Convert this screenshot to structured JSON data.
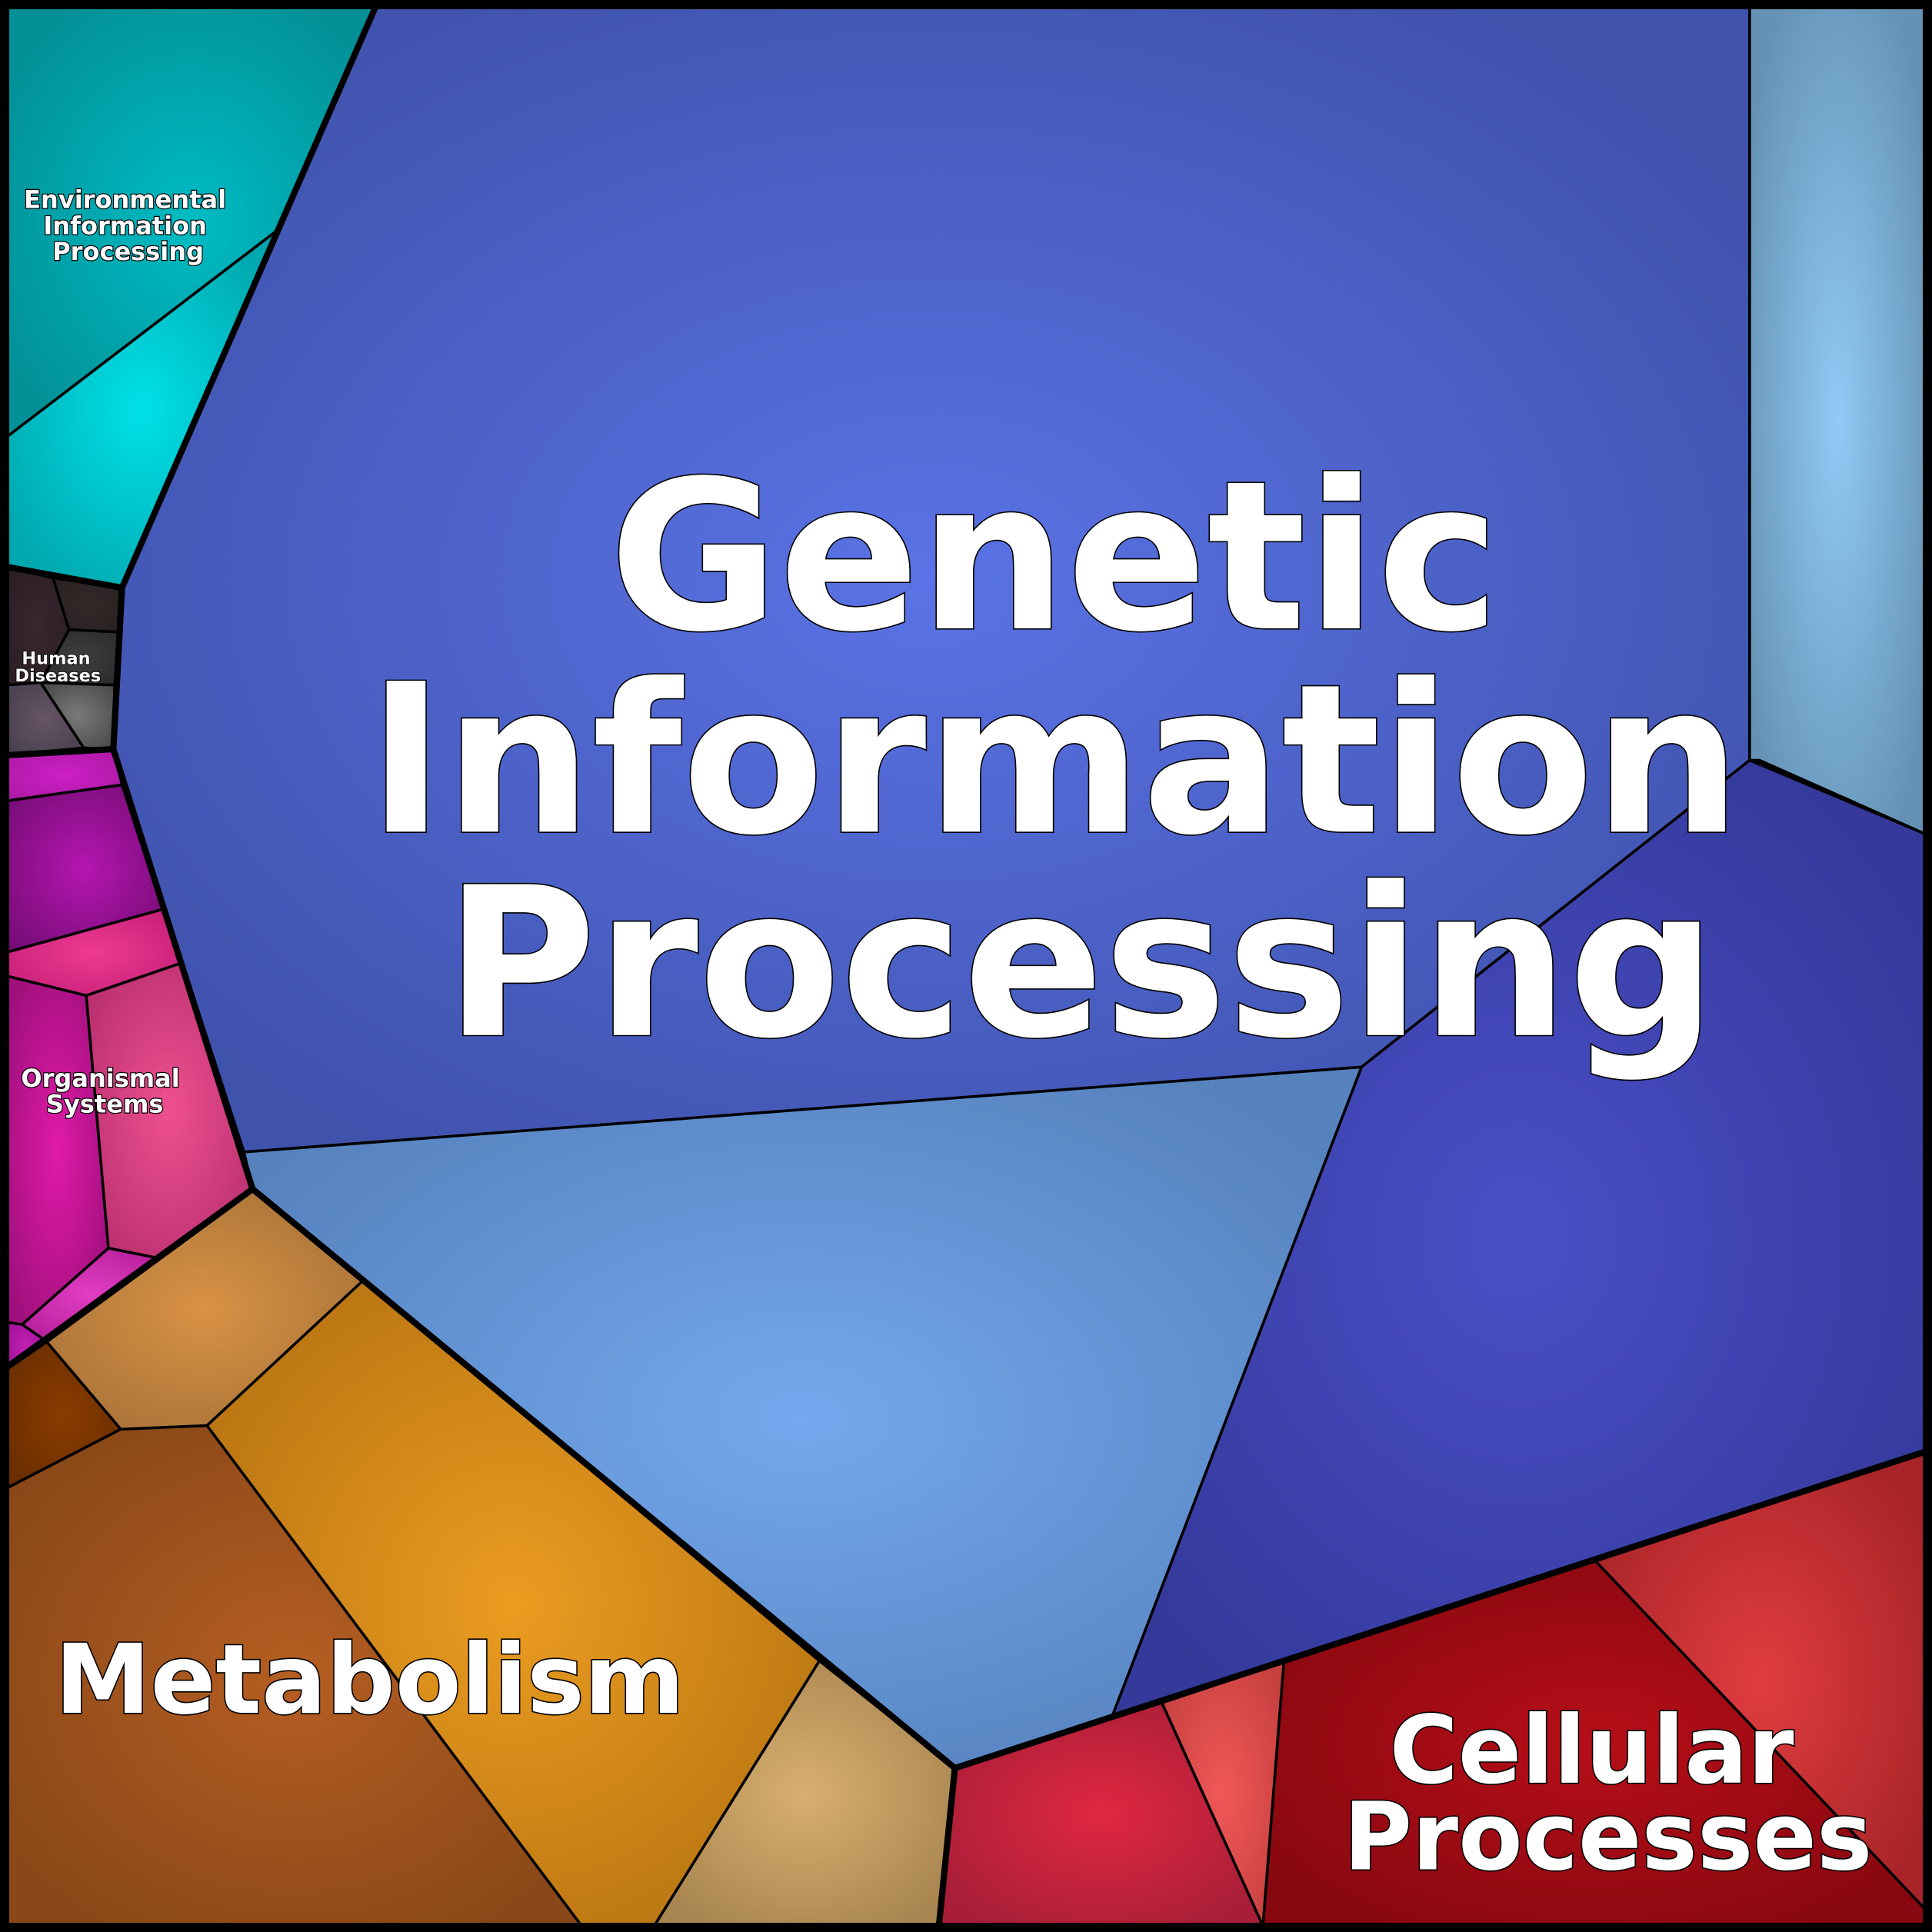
{
  "chart_data": {
    "type": "voronoi-treemap",
    "title": "",
    "categories": [
      {
        "label_lines": [
          "Genetic",
          "Information",
          "Processing"
        ],
        "label": "Genetic Information Processing",
        "subcells": 4
      },
      {
        "label_lines": [
          "Metabolism"
        ],
        "label": "Metabolism",
        "subcells": 5
      },
      {
        "label_lines": [
          "Cellular",
          "Processes"
        ],
        "label": "Cellular Processes",
        "subcells": 4
      },
      {
        "label_lines": [
          "Organismal",
          "Systems"
        ],
        "label": "Organismal Systems",
        "subcells": 7
      },
      {
        "label_lines": [
          "Environmental",
          "Information",
          "Processing"
        ],
        "label": "Environmental Information Processing",
        "subcells": 2
      },
      {
        "label_lines": [
          "Human",
          "Diseases"
        ],
        "label": "Human Diseases",
        "subcells": 5
      }
    ],
    "cell_colors": {
      "gip-main": [
        "#5a73e6",
        "#3f52ac"
      ],
      "gip-right-top": [
        "#90caf5",
        "#6592b4"
      ],
      "gip-right-dark": [
        "#4a4fc8",
        "#34399a"
      ],
      "gip-lower": [
        "#73a8ee",
        "#5682bd"
      ],
      "env-top": [
        "#00bcc4",
        "#029096"
      ],
      "env-bottom": [
        "#00e1e8",
        "#02a6ad"
      ],
      "hd-a": [
        "#3a2630",
        "#2b1f24"
      ],
      "hd-b": [
        "#352829",
        "#2a2222"
      ],
      "hd-c": [
        "#3f3f3f",
        "#2d2d2d"
      ],
      "hd-d": [
        "#7a7a7a",
        "#4d4d4d"
      ],
      "hd-e": [
        "#665563",
        "#4a4050"
      ],
      "org-strip": [
        "#cc1fc4",
        "#b01aa8"
      ],
      "org-purple": [
        "#b516b0",
        "#7a0d7a"
      ],
      "org-pink": [
        "#ee3a90",
        "#c8207a"
      ],
      "org-magenta": [
        "#e01aa8",
        "#a0107c"
      ],
      "org-pink-right": [
        "#ee5090",
        "#bb3070"
      ],
      "org-small": [
        "#e23ec4",
        "#b8209c"
      ],
      "org-tiny": [
        "#c020b0",
        "#a0109a"
      ],
      "met-tan-top": [
        "#d99245",
        "#a87338"
      ],
      "met-dark": [
        "#8a3c00",
        "#6a2e00"
      ],
      "met-brown": [
        "#b55e22",
        "#8a4818"
      ],
      "met-orange": [
        "#eb9c20",
        "#b87412"
      ],
      "met-tan-bottom": [
        "#d8af70",
        "#a88550"
      ],
      "cell-crimson": [
        "#e02840",
        "#a81e38"
      ],
      "cell-salmon": [
        "#f05858",
        "#c84040"
      ],
      "cell-darkred": [
        "#b60e18",
        "#880810"
      ],
      "cell-red": [
        "#e03c40",
        "#a82428"
      ]
    }
  }
}
